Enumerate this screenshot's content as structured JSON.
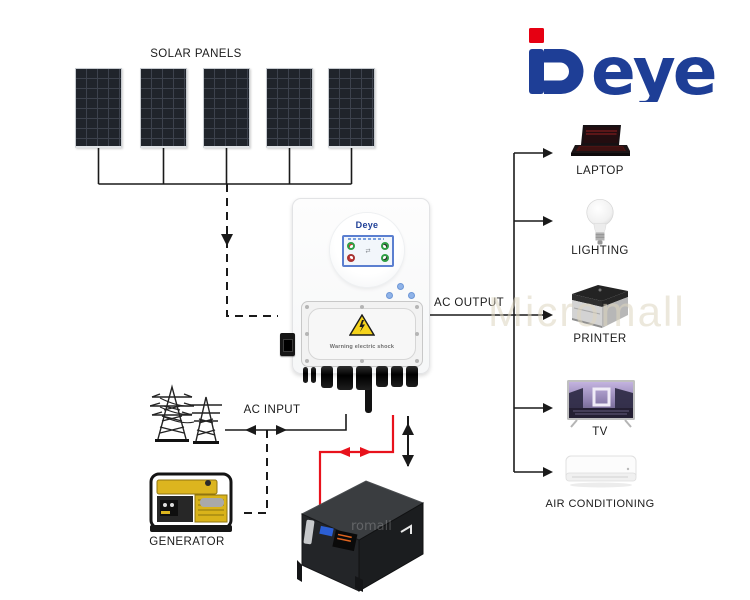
{
  "brand": "Deye",
  "logo": {
    "text_rest": "eye",
    "blue": "#1e3e96",
    "red": "#e60012"
  },
  "watermark": {
    "main": "Micromall",
    "battery": "romall"
  },
  "labels": {
    "solar_panels": "SOLAR PANELS",
    "ac_output": "AC OUTPUT",
    "ac_input": "AC INPUT",
    "generator": "GENERATOR"
  },
  "inverter": {
    "brand": "Deye",
    "warning": "Warning electric shock"
  },
  "appliances": [
    {
      "label": "LAPTOP",
      "icon": "laptop-icon"
    },
    {
      "label": "LIGHTING",
      "icon": "light-bulb-icon"
    },
    {
      "label": "PRINTER",
      "icon": "printer-icon"
    },
    {
      "label": "TV",
      "icon": "tv-icon"
    },
    {
      "label": "AIR CONDITIONING",
      "icon": "air-conditioner-icon"
    }
  ],
  "components": {
    "solar_panel_count": 5,
    "inverter": "deye-hybrid-inverter",
    "battery": "rack-lithium-battery",
    "grid": "transmission-towers",
    "generator": "portable-generator"
  },
  "colors": {
    "line": "#1a1a1a",
    "battery_line_red": "#e8121c",
    "warning_yellow": "#f5d31b",
    "panel_dark": "#20242b"
  }
}
